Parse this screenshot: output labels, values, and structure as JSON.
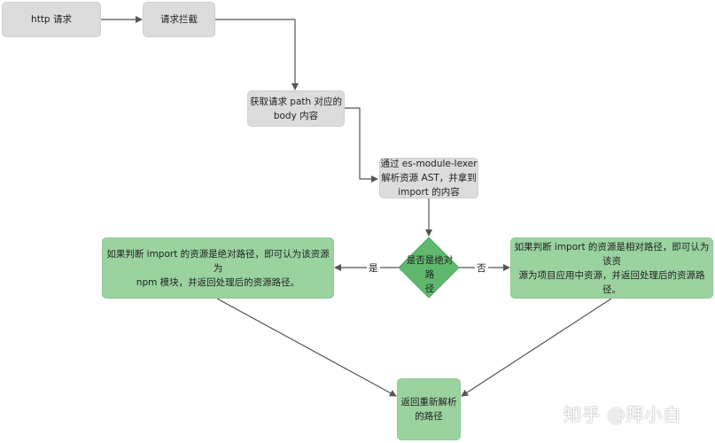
{
  "nodes": {
    "http_request": "http 请求",
    "intercept": "请求拦截",
    "get_body": "获取请求 path 对应的\nbody 内容",
    "parse_ast": "通过 es-module-lexer\n解析资源 AST，并拿到\nimport 的内容",
    "decision": "是否是绝对路\n径",
    "absolute_path": "如果判断 import 的资源是绝对路径，即可认为该资源为\nnpm 模块，并返回处理后的资源路径。",
    "relative_path": "如果判断 import 的资源是相对路径，即可认为该资\n源为项目应用中资源，并返回处理后的资源路径。",
    "return_path": "返回重新解析\n的路径"
  },
  "edges": {
    "yes_label": "是",
    "no_label": "否"
  },
  "colors": {
    "grey_box": "#dcdcdc",
    "green_box": "#9ad3a0",
    "diamond": "#5fb86d",
    "line": "#555555"
  },
  "watermark": "知乎 @拜小白"
}
